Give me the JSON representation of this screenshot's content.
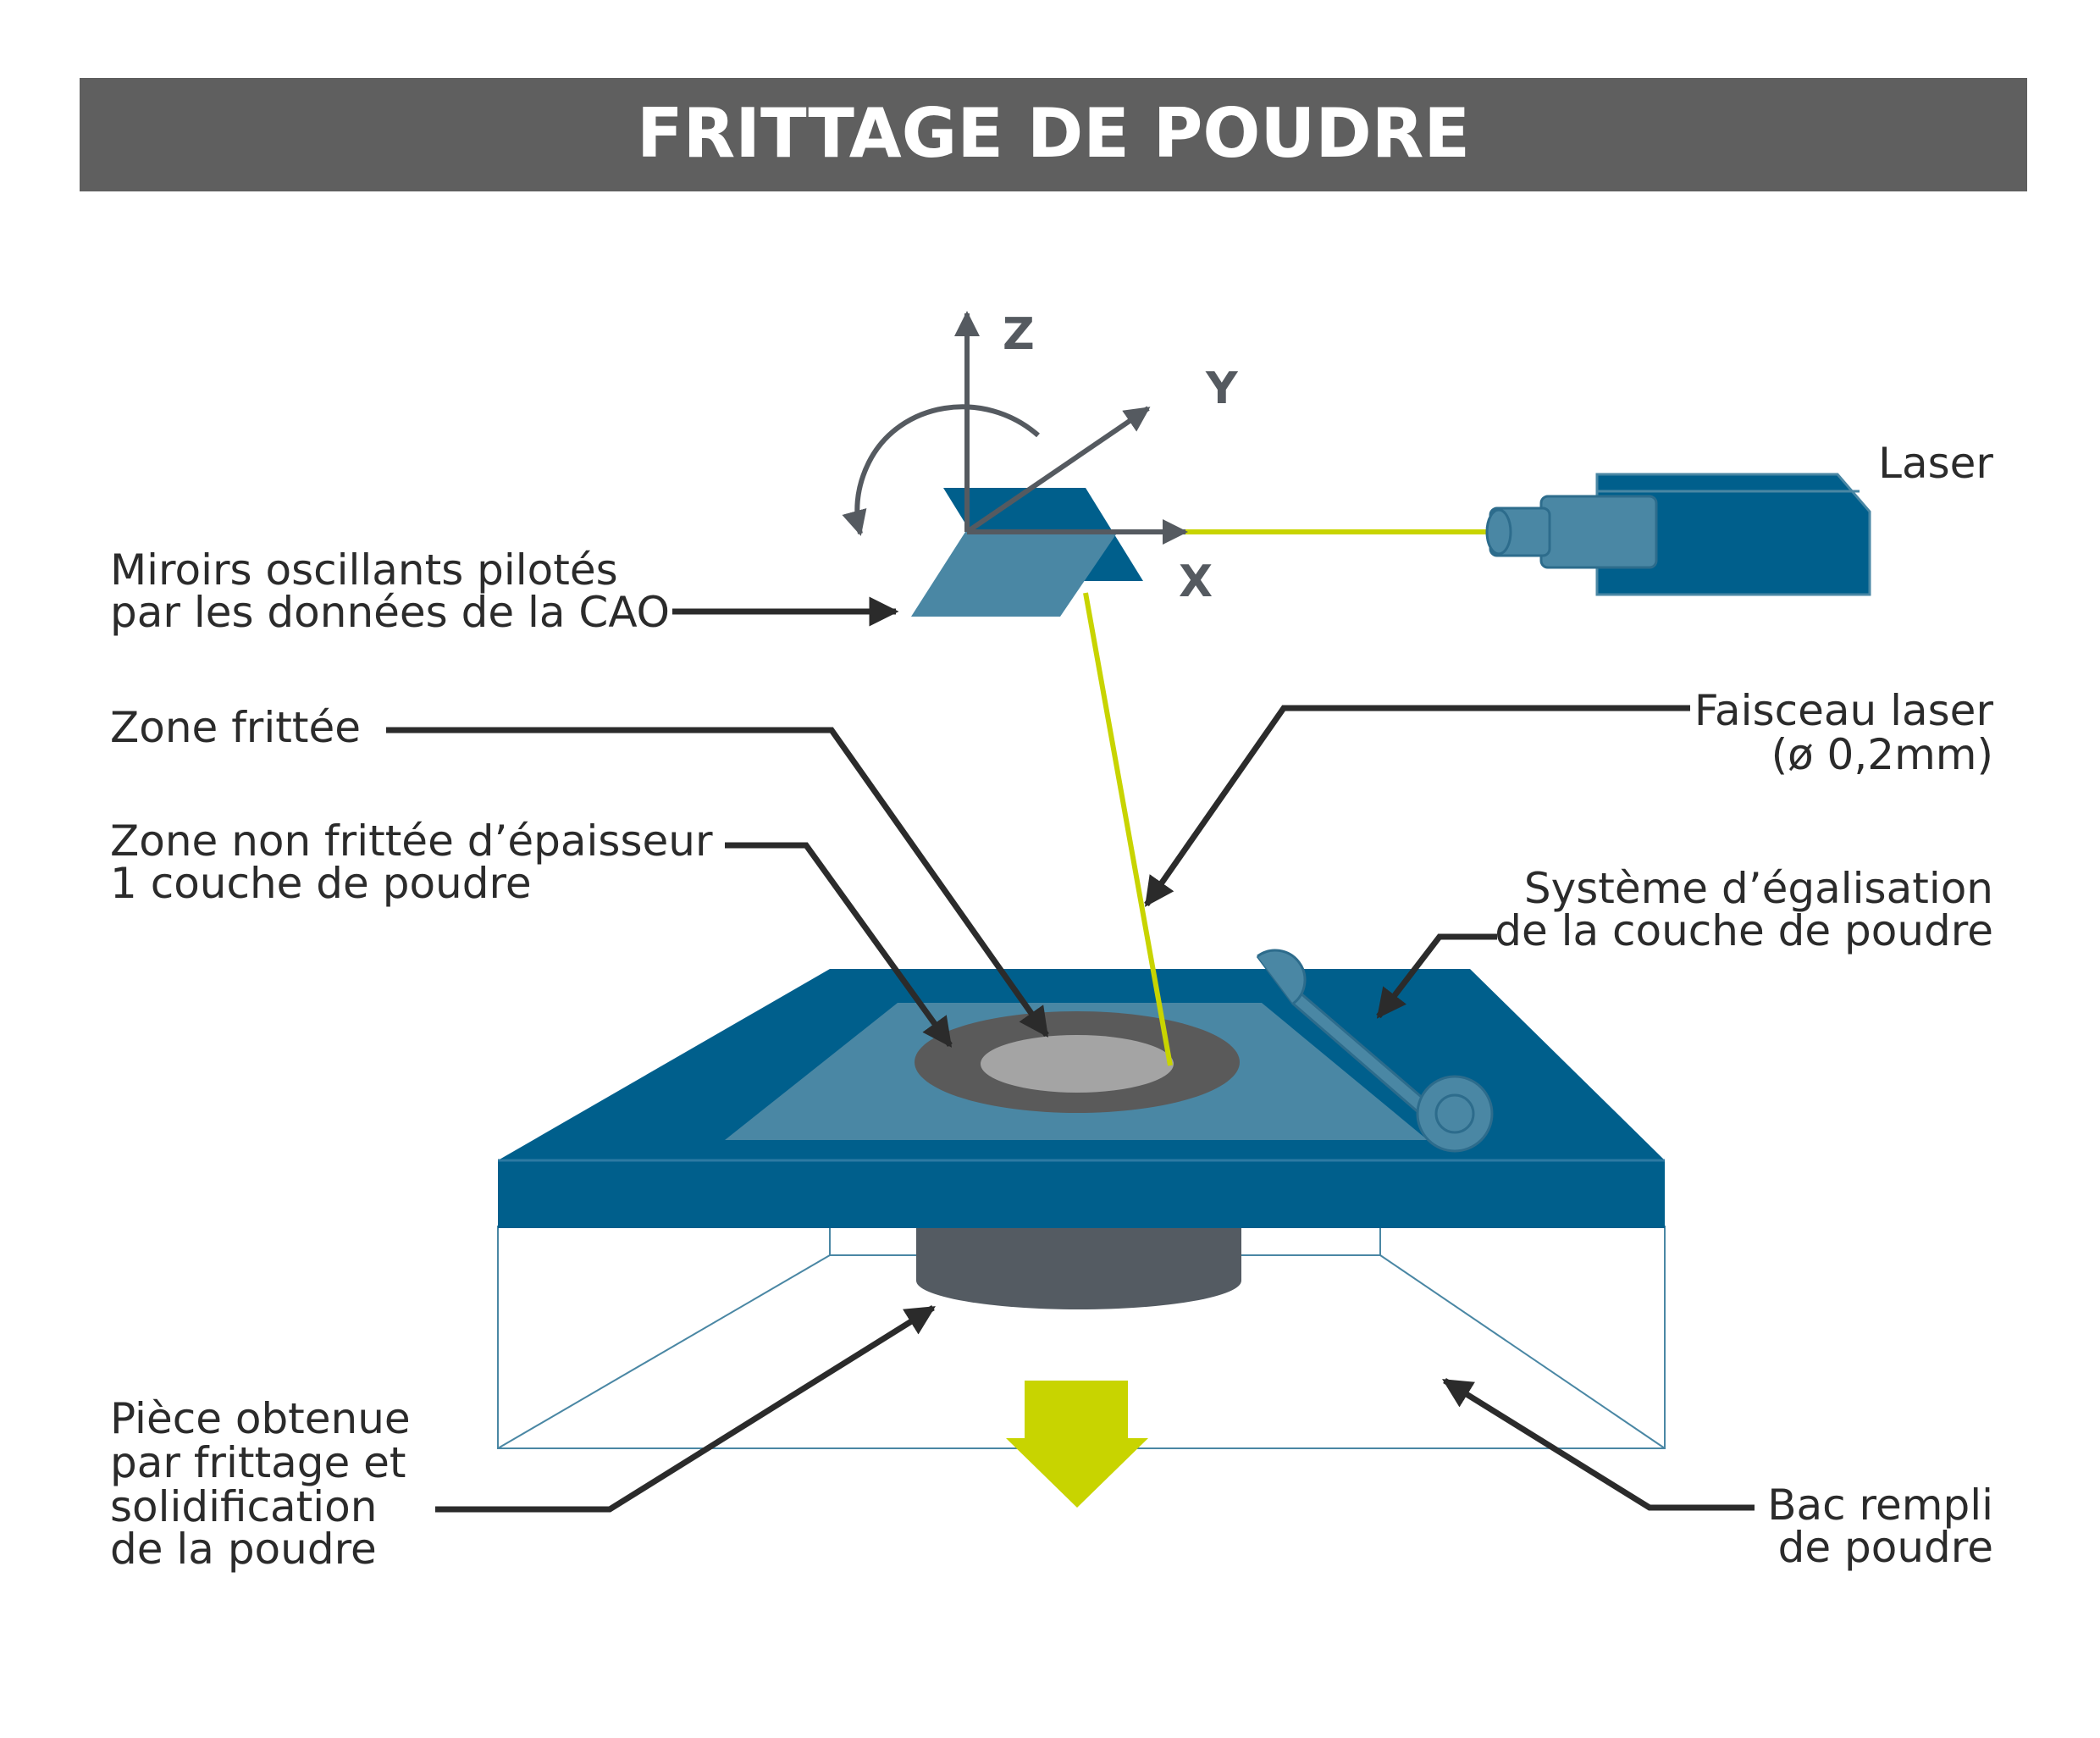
{
  "title": "FRITTAGE DE POUDRE",
  "axes": {
    "z": "Z",
    "y": "Y",
    "x": "X"
  },
  "labels": {
    "laser": "Laser",
    "mirrors": [
      "Miroirs oscillants pilotés",
      "par les données de la CAO"
    ],
    "sintered_zone": "Zone frittée",
    "unsintered_zone": [
      "Zone non frittée d’épaisseur",
      "1 couche de poudre"
    ],
    "laser_beam": [
      "Faisceau laser",
      "(ø 0,2mm)"
    ],
    "leveling_system": [
      "Système d’égalisation",
      "de la couche de poudre"
    ],
    "part": [
      "Pièce obtenue",
      "par frittage et",
      "solidification",
      "de la poudre"
    ],
    "tank": [
      "Bac rempli",
      "de poudre"
    ]
  },
  "colors": {
    "title_bar": "#5f5f5f",
    "dark_blue": "#005f8c",
    "light_blue": "#4a87a4",
    "laser_line": "#c8d400",
    "down_arrow": "#c8d400",
    "axis_gray": "#555a60",
    "sintered_gray": "#a4a4a4",
    "unsintered_gray": "#5a5a5a",
    "part_gray": "#545b62"
  }
}
